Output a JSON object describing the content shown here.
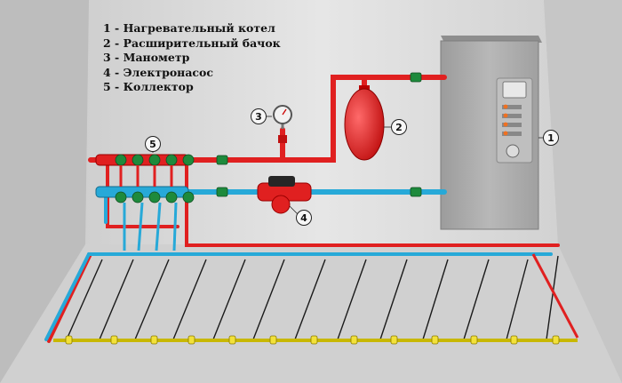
{
  "legend": [
    {
      "num": "1",
      "text": "Нагревательный котел"
    },
    {
      "num": "2",
      "text": "Расширительный бачок"
    },
    {
      "num": "3",
      "text": "Манометр"
    },
    {
      "num": "4",
      "text": "Электронасос"
    },
    {
      "num": "5",
      "text": "Коллектор"
    }
  ],
  "callouts": [
    "1",
    "2",
    "3",
    "4",
    "5"
  ],
  "legend_separator": " - ",
  "colors": {
    "supply_pipe": "#e02020",
    "return_pipe": "#27a9d8",
    "floor_loop": "#1a1a1a",
    "clips": "#f2e13a",
    "boiler": "#a8a8a8",
    "wall": "#dcdcdc",
    "floor": "#cfcfcf",
    "valve": "#1e8a3c"
  }
}
